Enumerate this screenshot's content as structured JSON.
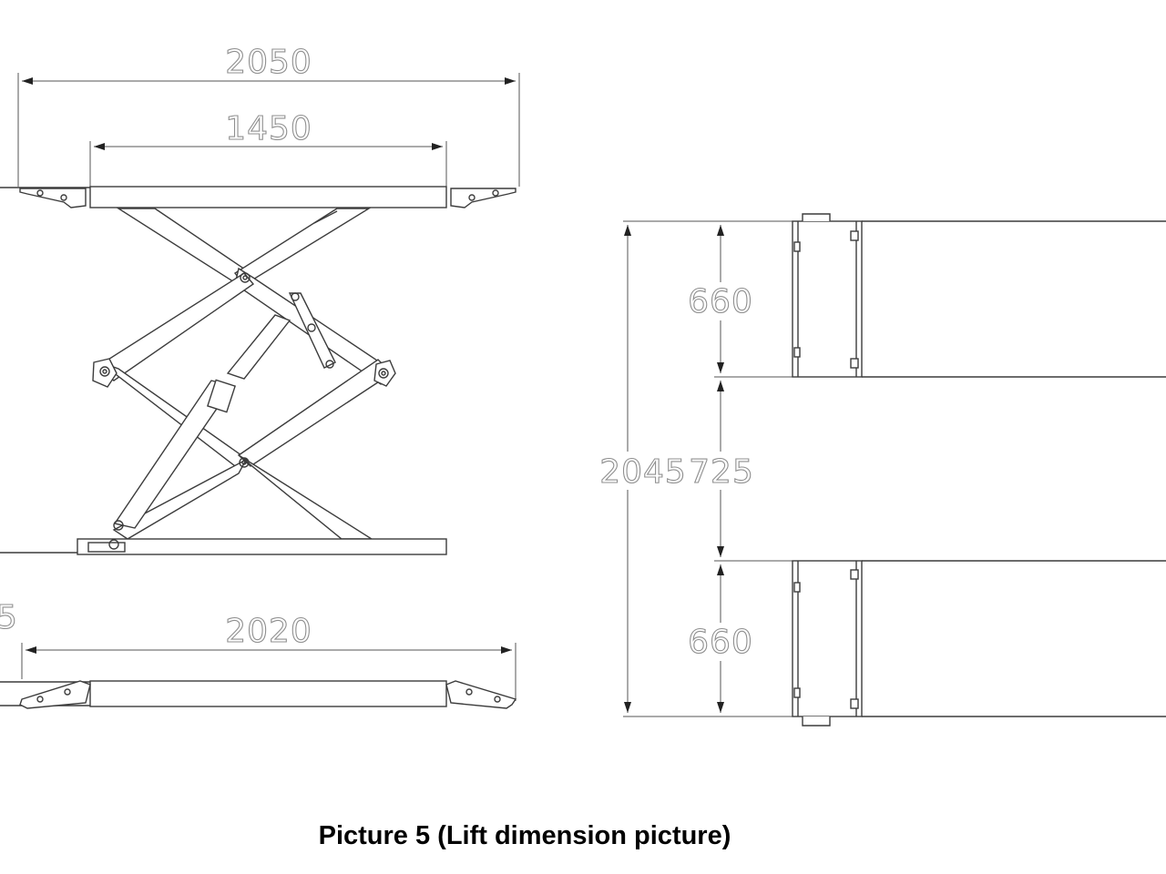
{
  "dimensions": {
    "top_overall_width": "2050",
    "top_platform_width": "1450",
    "bottom_overall_length": "2020",
    "left_cut_label": "5",
    "plan_upper_platform_width": "660",
    "plan_lower_platform_width": "660",
    "plan_overall_width": "2045",
    "plan_gap": "725"
  },
  "caption": "Picture 5 (Lift dimension picture)"
}
